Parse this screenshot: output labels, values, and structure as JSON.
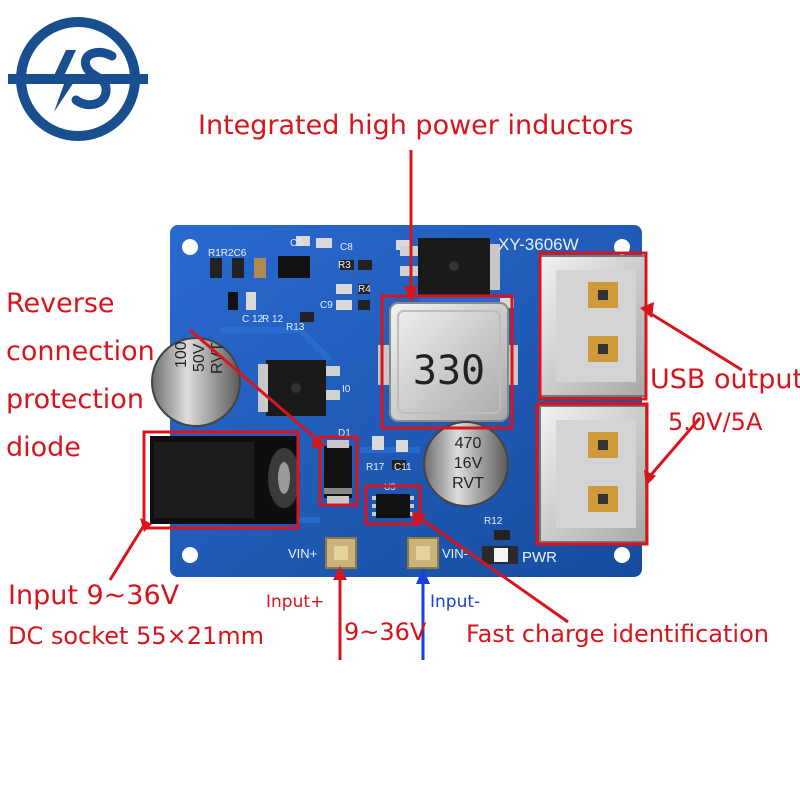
{
  "callouts": {
    "inductor": "Integrated high power inductors",
    "reverse_line1": "Reverse",
    "reverse_line2": "connection",
    "reverse_line3": "protection",
    "reverse_line4": "diode",
    "usb_line1": "USB output",
    "usb_line2": "5.0V/5A",
    "input_line1": "Input 9~36V",
    "input_line2": "DC socket 55×21mm",
    "input_plus": "Input+",
    "input_minus": "Input-",
    "voltage": "9~36V",
    "fast_charge": "Fast charge identification"
  },
  "board": {
    "model": "XY-3606W",
    "inductor_code": "330",
    "cap_left": [
      "100",
      "50V",
      "RVT"
    ],
    "cap_right": [
      "470",
      "16V",
      "RVT"
    ],
    "pad_vin_plus": "VIN+",
    "pad_vin_minus": "VIN-",
    "pwr": "PWR",
    "silk_r1": "R1R2C6",
    "silk_c5": "C5",
    "silk_c8": "C8",
    "silk_r3": "R3",
    "silk_r4": "R4",
    "silk_c9": "C9",
    "silk_r13": "R13",
    "silk_r12c": "R 12",
    "silk_c12": "C 12",
    "silk_d1": "D1",
    "silk_r17": "R17",
    "silk_c11": "C11",
    "silk_u5": "U5",
    "silk_r12": "R12",
    "silk_io": "I0"
  },
  "colors": {
    "red": "#d8141c",
    "blue": "#1b3fd8",
    "pcb": "#1f5cb8",
    "logo": "#1a4f8f"
  },
  "icons": [
    "logo-icon"
  ]
}
